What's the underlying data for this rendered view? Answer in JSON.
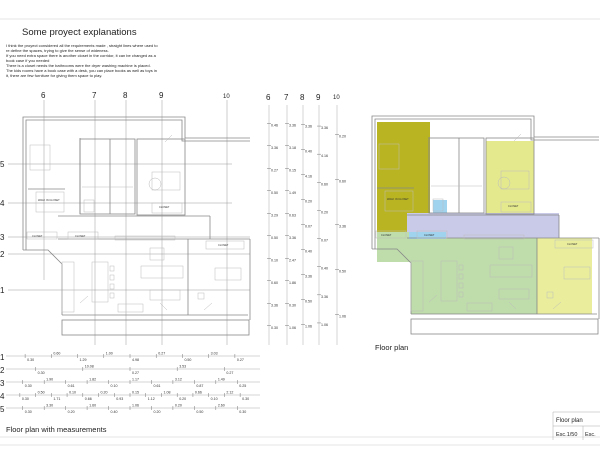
{
  "header": {
    "title": "Some proyect explanations"
  },
  "explanation": [
    "I think the  proyect considered all the requirements made  , straight lines  where  used to",
    "re define the spaces, trying to give the sense of wideness.",
    "If you need extra space there is another closet in the corridor, it can be changed as a",
    "book case if you needed",
    "There is a closet needs the bathrooms were the dryer washing machine  is placed.",
    "The kids rooms have a  book case with a desk, you can place  books as well as toys in",
    "it,  there are  few furniture  for giving them space to play."
  ],
  "grid": {
    "columns": [
      "6",
      "7",
      "8",
      "9",
      "10"
    ],
    "rows": [
      "5",
      "4",
      "3",
      "2",
      "1"
    ]
  },
  "rooms": {
    "walk_in_closet": "WALK IN CLOSET",
    "closet": "CLOSET"
  },
  "dimensions_horizontal": [
    {
      "axis": "1",
      "values": [
        "0.30",
        "0.60",
        "1.29",
        "1.00",
        "4.98",
        "0.27",
        "0.50",
        "3.03",
        "0.27"
      ]
    },
    {
      "axis": "2",
      "values": [
        "0.30",
        "10.08",
        "0.27",
        "3.53",
        "0.27"
      ]
    },
    {
      "axis": "3",
      "values": [
        "0.30",
        "1.90",
        "0.61",
        "1.82",
        "0.10",
        "1.17",
        "0.61",
        "3.12",
        "0.87",
        "1.49",
        "0.25"
      ]
    },
    {
      "axis": "4",
      "values": [
        "0.30",
        "0.50",
        "1.71",
        "0.10",
        "0.66",
        "0.20",
        "0.93",
        "0.15",
        "1.12",
        "1.08",
        "0.20",
        "0.66",
        "0.10",
        "2.12",
        "0.30"
      ]
    },
    {
      "axis": "5",
      "values": [
        "0.30",
        "3.30",
        "0.20",
        "1.60",
        "0.40",
        "1.06",
        "0.20",
        "0.20",
        "0.50",
        "2.60",
        "0.30"
      ]
    }
  ],
  "dimensions_vertical": [
    {
      "axis": "6",
      "values": [
        "0.46",
        "3.36",
        "0.27",
        "0.50",
        "3.29",
        "0.50",
        "0.10",
        "0.60",
        "3.36",
        "0.30"
      ]
    },
    {
      "axis": "7",
      "values": [
        "3.36",
        "3.18",
        "0.15",
        "1.49",
        "0.63",
        "3.36",
        "2.47",
        "1.86",
        "0.30",
        "1.06"
      ]
    },
    {
      "axis": "8",
      "values": [
        "3.36",
        "0.40",
        "4.16",
        "0.20",
        "0.07",
        "0.40",
        "3.36",
        "0.50",
        "1.06"
      ]
    },
    {
      "axis": "9",
      "values": [
        "3.36",
        "4.16",
        "0.60",
        "0.20",
        "0.07",
        "0.40",
        "3.36",
        "1.06"
      ]
    },
    {
      "axis": "10",
      "values": [
        "0.20",
        "0.60",
        "3.36",
        "0.50",
        "1.06"
      ]
    }
  ],
  "captions": {
    "measurements": "Floor plan with measurements",
    "colored": "Floor plan"
  },
  "title_block": {
    "name": "Floor  plan",
    "scale": "Esc.1/50",
    "scale2": "Esc."
  },
  "colors": {
    "master_bedroom": "#b9b522",
    "kids_room": "#e4e98e",
    "kids_room_2": "#eaee9c",
    "corridor": "#c9c9e8",
    "living": "#bfdcab",
    "closet_blue": "#9fd3ee"
  }
}
